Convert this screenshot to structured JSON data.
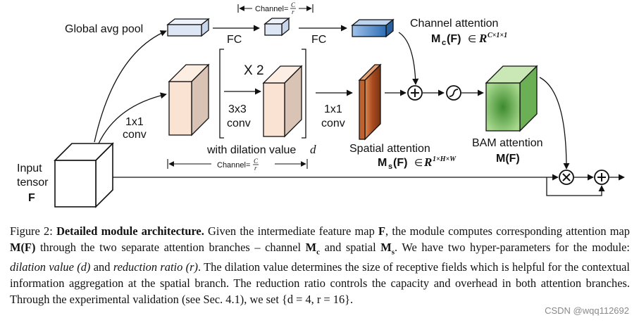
{
  "diagram": {
    "labels": {
      "global_avg_pool": "Global avg pool",
      "fc1": "FC",
      "fc2": "FC",
      "channel_top": "Channel=",
      "channel_top_frac_num": "C",
      "channel_top_frac_den": "r",
      "channel_attention": "Channel attention",
      "mc": "M",
      "mc_sub": "c",
      "mc_arg": "(F)",
      "mc_in": "∈",
      "mc_space": "R",
      "mc_dims": "C×1×1",
      "x2": "X 2",
      "conv1_top": "1x1",
      "conv1_bot": "conv",
      "conv3_top": "3x3",
      "conv3_bot": "conv",
      "conv1b_top": "1x1",
      "conv1b_bot": "conv",
      "dilation": "with dilation value",
      "dilation_var": "d",
      "channel_bottom": "Channel=",
      "channel_bottom_frac_num": "C",
      "channel_bottom_frac_den": "r",
      "spatial_attention": "Spatial attention",
      "ms": "M",
      "ms_sub": "s",
      "ms_arg": "(F)",
      "ms_in": "∈",
      "ms_space": "R",
      "ms_dims": "1×H×W",
      "bam_attention": "BAM attention",
      "bam_mf": "M(F)",
      "input_l1": "Input",
      "input_l2": "tensor",
      "input_l3": "F"
    },
    "colors": {
      "pool_box": "#dce6f4",
      "channel_box_light": "#9fc2ea",
      "channel_box_dark": "#2f6db5",
      "conv_box": "#fbe3d4",
      "conv_box_side": "#d9c3b4",
      "spatial_light": "#e08a50",
      "spatial_dark": "#7a3414",
      "bam_light": "#a9d98f",
      "bam_dark": "#3d8a2e",
      "input_box": "#ffffff"
    }
  },
  "caption": {
    "p1": "Figure 2: ",
    "p1b": "Detailed module architecture.",
    "p2": " Given the intermediate feature map ",
    "p2b": "F",
    "p3": ", the module computes corresponding attention map ",
    "p3b": "M(F)",
    "p4": " through the two separate attention branches – channel ",
    "p4b": "M",
    "p4s": "c",
    "p5": " and spatial ",
    "p5b": "M",
    "p5s": "s",
    "p6": ". We have two hyper-parameters for the module: ",
    "p6i": "dilation value (d)",
    "p7": " and ",
    "p7i": "reduction ratio (r)",
    "p8": ". The dilation value determines the size of receptive fields which is helpful for the contextual information aggregation at the spatial branch. The reduction ratio controls the capacity and overhead in both attention branches. Through the experimental validation (see Sec. 4.1), we set {d = 4, r = 16}."
  },
  "watermark": "CSDN @wqq112692"
}
